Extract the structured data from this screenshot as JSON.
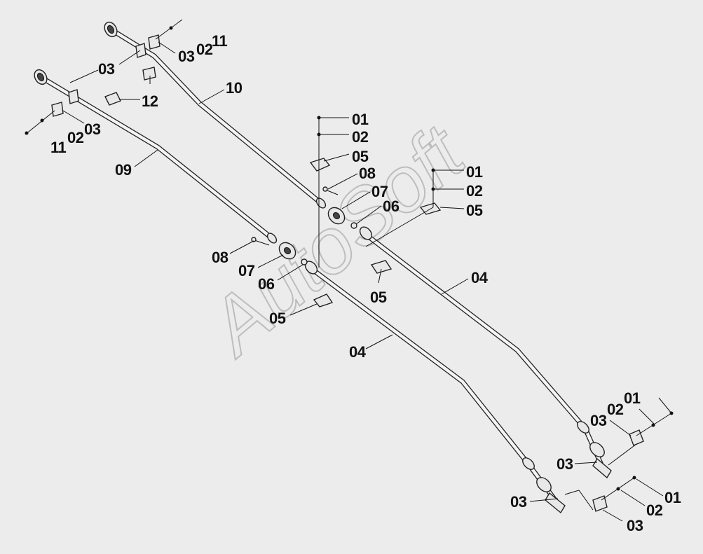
{
  "watermark": "AutoSoft",
  "callouts": {
    "c01_top": "01",
    "c02_top": "02",
    "c05_top": "05",
    "c08_top": "08",
    "c07_top": "07",
    "c06_top": "06",
    "c01_right": "01",
    "c02_right": "02",
    "c05_right": "05",
    "c05_mid": "05",
    "c04_right": "04",
    "c10": "10",
    "c11_top": "11",
    "c02_tl": "02",
    "c03_tl": "03",
    "c03_topleft": "03",
    "c12": "12",
    "c03_left": "03",
    "c02_left": "02",
    "c11_left": "11",
    "c09": "09",
    "c08_left": "08",
    "c07_left": "07",
    "c06_left": "06",
    "c05_left": "05",
    "c04_left": "04",
    "c01_br": "01",
    "c02_br": "02",
    "c03_br1": "03",
    "c03_br2": "03",
    "c03_bl": "03",
    "c03_bottom": "03",
    "c02_bottom": "02",
    "c01_bottom": "01"
  }
}
